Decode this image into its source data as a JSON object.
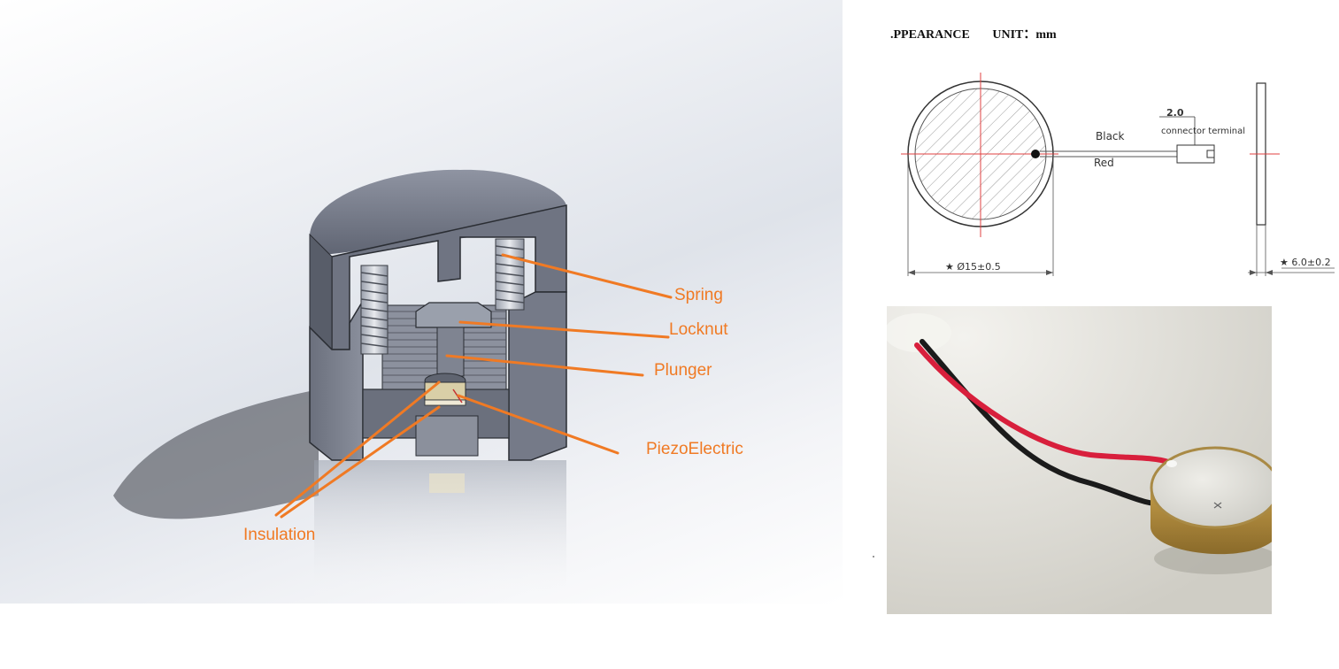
{
  "cad": {
    "labels": {
      "spring": "Spring",
      "locknut": "Locknut",
      "plunger": "Plunger",
      "piezo": "PiezoElectric",
      "insulation": "Insulation"
    },
    "label_color": "#f07a24",
    "body_color": "#7d8290"
  },
  "drawing": {
    "header_left": ".PPEARANCE",
    "header_right": "UNIT：mm",
    "wire_black": "Black",
    "wire_red": "Red",
    "connector_size": "2.0",
    "connector_label": "connector terminal",
    "diameter_dim": "★ Ø15±0.5",
    "thickness_dim": "★ 6.0±0.2"
  },
  "photo": {
    "wire_colors": [
      "#d81f3c",
      "#1b1b1b"
    ],
    "disc_color": "#b08a3c",
    "face_color": "#d9d8d2"
  }
}
